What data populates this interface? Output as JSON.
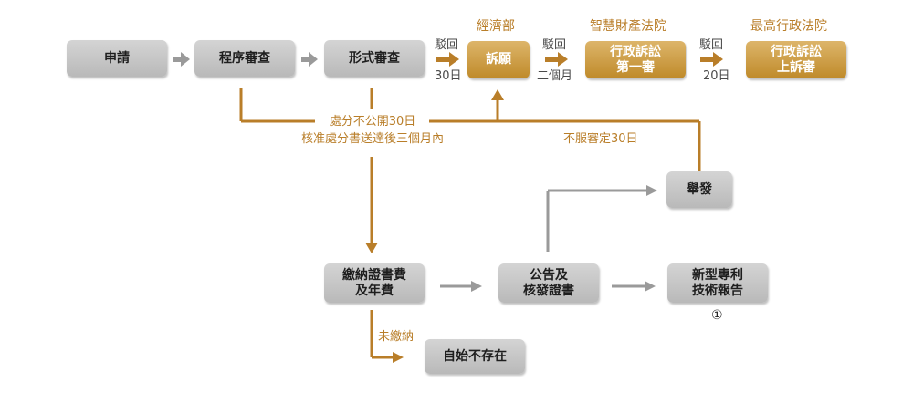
{
  "colors": {
    "gold_line": "#b97e29",
    "gray_line": "#9a9a9a",
    "gold_box": "#cf9e43",
    "gray_box": "#c6c6c6",
    "gold_text": "#b97e29"
  },
  "nodes": {
    "apply": "申請",
    "procedural_review": "程序審查",
    "formal_review": "形式審查",
    "petition": "訴願",
    "ip_court_1": "行政訴訟",
    "ip_court_2": "第一審",
    "supreme_1": "行政訴訟",
    "supreme_2": "上訴審",
    "pay_fees_1": "繳納證書費",
    "pay_fees_2": "及年費",
    "announce_1": "公告及",
    "announce_2": "核發證書",
    "invalidation": "舉發",
    "tech_report_1": "新型專利",
    "tech_report_2": "技術報告",
    "void": "自始不存在"
  },
  "labels": {
    "rejected": "駁回",
    "days_30": "30日",
    "months_2": "二個月",
    "days_20": "20日",
    "moea": "經濟部",
    "ip_court": "智慧財產法院",
    "supreme_court": "最高行政法院",
    "disposal_1": "處分不公開30日",
    "disposal_2": "核准處分書送達後三個月內",
    "appeal_30": "不服審定30日",
    "unpaid": "未繳納",
    "note_marker": "①"
  }
}
